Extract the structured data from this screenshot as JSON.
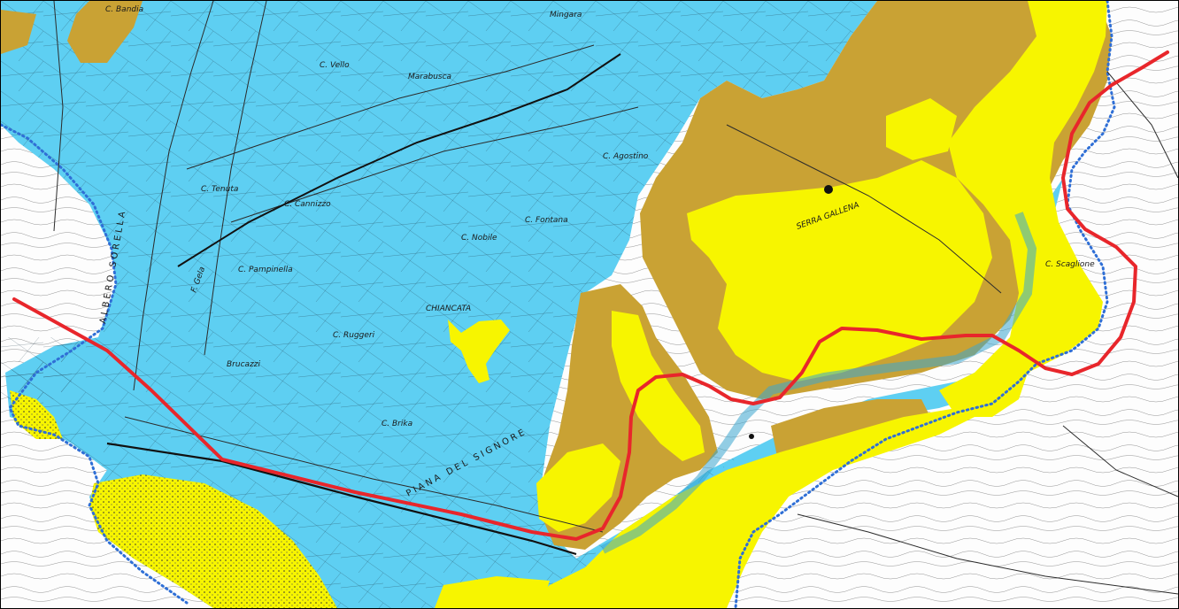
{
  "map": {
    "colors": {
      "alluvial": "#5ecff2",
      "terrace": "#c9a234",
      "sand": "#f7f500",
      "base": "#fdfdfd",
      "route": "#e8262b",
      "boundary": "#2f6fd6",
      "contour": "#2b2b2b"
    },
    "labels": {
      "c_bandia": "C. Bandia",
      "c_vello": "C. Vello",
      "mingara": "Mingara",
      "c_agostino": "C. Agostino",
      "c_cannizzo": "C. Cannizzo",
      "c_fontanar": "C. Fontana",
      "c_nobile": "C. Nobile",
      "c_pampinella": "C. Pampinella",
      "chiancata": "CHIANCATA",
      "c_ruggeri": "C. Ruggeri",
      "brucazzi": "Brucazzi",
      "c_brika": "C. Brika",
      "piana_del_signore": "PIANA DEL SIGNORE",
      "f_gela": "F. Gela",
      "albero_sorella": "ALBERO SORELLA",
      "serra_gallena": "SERRA GALLENA",
      "c_tenuta": "C. Tenuta",
      "marabusca": "Marabusca",
      "c_scaglione": "C. Scaglione"
    }
  }
}
